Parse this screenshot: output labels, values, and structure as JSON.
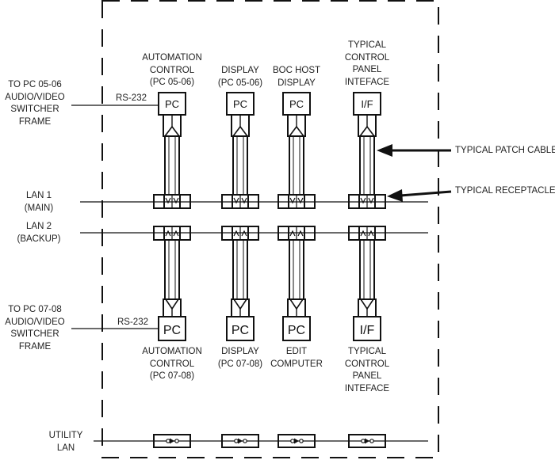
{
  "left_labels": {
    "top_switcher": [
      "TO PC 05-06",
      "AUDIO/VIDEO",
      "SWITCHER",
      "FRAME"
    ],
    "lan1": [
      "LAN 1",
      "(MAIN)"
    ],
    "lan2": [
      "LAN 2",
      "(BACKUP)"
    ],
    "bottom_switcher": [
      "TO PC 07-08",
      "AUDIO/VIDEO",
      "SWITCHER",
      "FRAME"
    ],
    "utility_lan": [
      "UTILITY",
      "LAN"
    ]
  },
  "rs232_label": "RS-232",
  "callouts": {
    "patch_cable": "TYPICAL PATCH CABLE",
    "receptacle": "TYPICAL RECEPTACLE"
  },
  "upper_devices": [
    {
      "box": "PC",
      "caption": [
        "AUTOMATION",
        "CONTROL",
        "(PC 05-06)"
      ]
    },
    {
      "box": "PC",
      "caption": [
        "DISPLAY",
        "(PC 05-06)"
      ]
    },
    {
      "box": "PC",
      "caption": [
        "BOC HOST",
        "DISPLAY"
      ]
    },
    {
      "box": "I/F",
      "caption": [
        "TYPICAL",
        "CONTROL",
        "PANEL",
        "INTEFACE"
      ]
    }
  ],
  "lower_devices": [
    {
      "box": "PC",
      "caption": [
        "AUTOMATION",
        "CONTROL",
        "(PC 07-08)"
      ]
    },
    {
      "box": "PC",
      "caption": [
        "DISPLAY",
        "(PC 07-08)"
      ]
    },
    {
      "box": "PC",
      "caption": [
        "EDIT",
        "COMPUTER"
      ]
    },
    {
      "box": "I/F",
      "caption": [
        "TYPICAL",
        "CONTROL",
        "PANEL",
        "INTEFACE"
      ]
    }
  ]
}
